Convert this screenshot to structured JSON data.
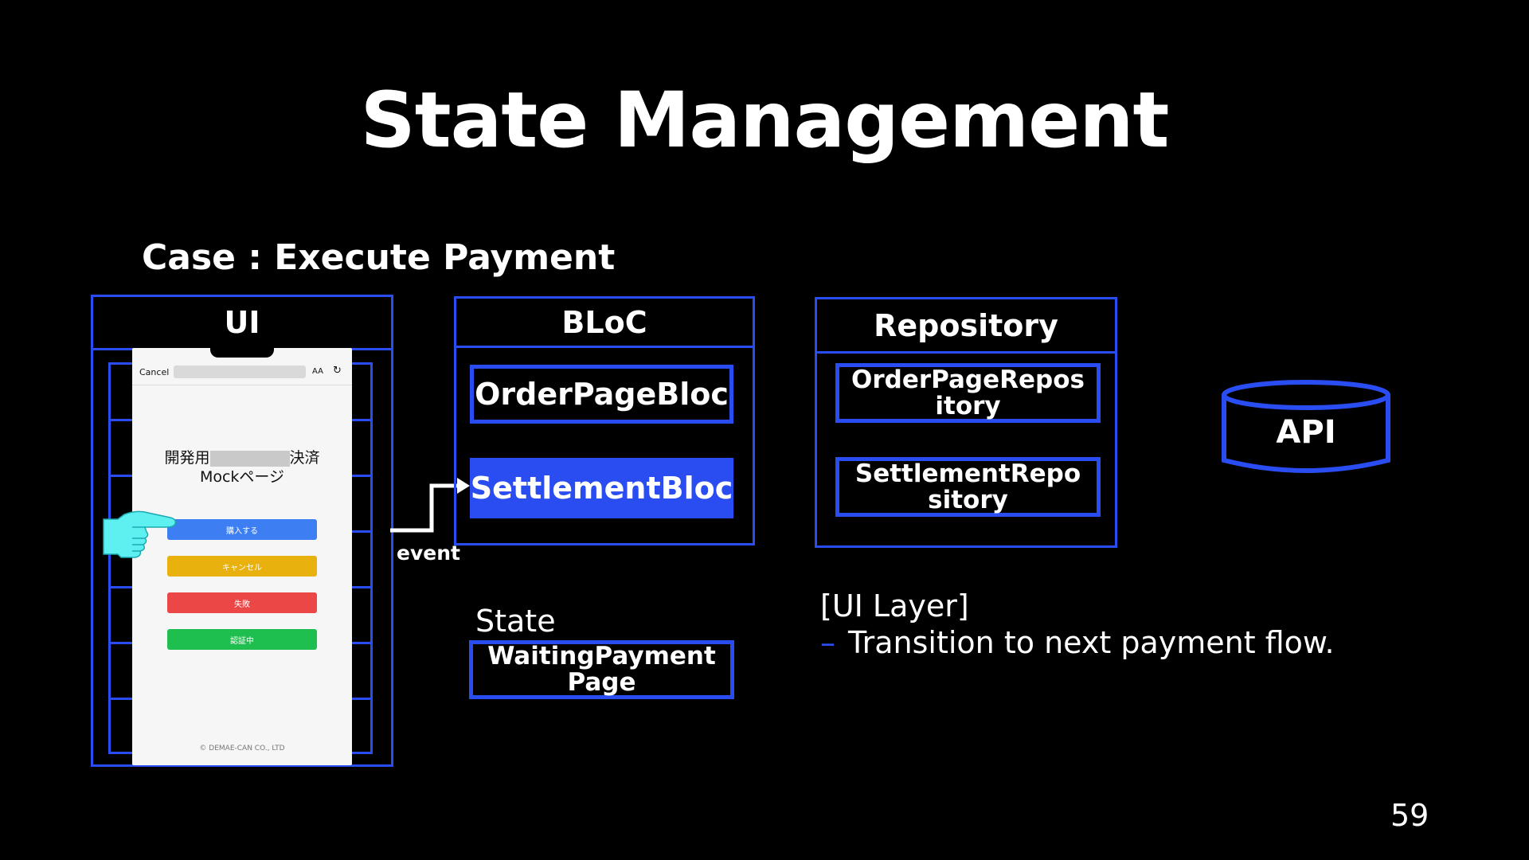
{
  "slide": {
    "title": "State Management",
    "case": "Case : Execute Payment",
    "page_number": "59"
  },
  "ui_panel": {
    "title": "UI"
  },
  "phone": {
    "cancel": "Cancel",
    "text_size": "AA",
    "reload_icon": "↻",
    "heading_line1_left": "開発用",
    "heading_line1_right": "決済",
    "heading_line2": "Mockページ",
    "buttons": [
      {
        "label": "購入する",
        "color": "#3d7ef3"
      },
      {
        "label": "キャンセル",
        "color": "#e8b10e"
      },
      {
        "label": "失敗",
        "color": "#ec4747"
      },
      {
        "label": "認証中",
        "color": "#1fbf4f"
      }
    ],
    "copyright": "© DEMAE-CAN CO., LTD"
  },
  "bloc_panel": {
    "title": "BLoC",
    "items": [
      "OrderPageBloc",
      "SettlementBloc"
    ]
  },
  "repository_panel": {
    "title": "Repository",
    "items": [
      "OrderPageRepository",
      "SettlementRepository"
    ]
  },
  "api": {
    "label": "API"
  },
  "event_label": "event",
  "state": {
    "label": "State",
    "value": "WaitingPaymentPage"
  },
  "note": {
    "heading": "[UI Layer]",
    "bullet": "–",
    "text": "Transition to next payment flow."
  },
  "colors": {
    "accent": "#2a4df2",
    "hand": "#5ef0f0",
    "background": "#000000"
  }
}
